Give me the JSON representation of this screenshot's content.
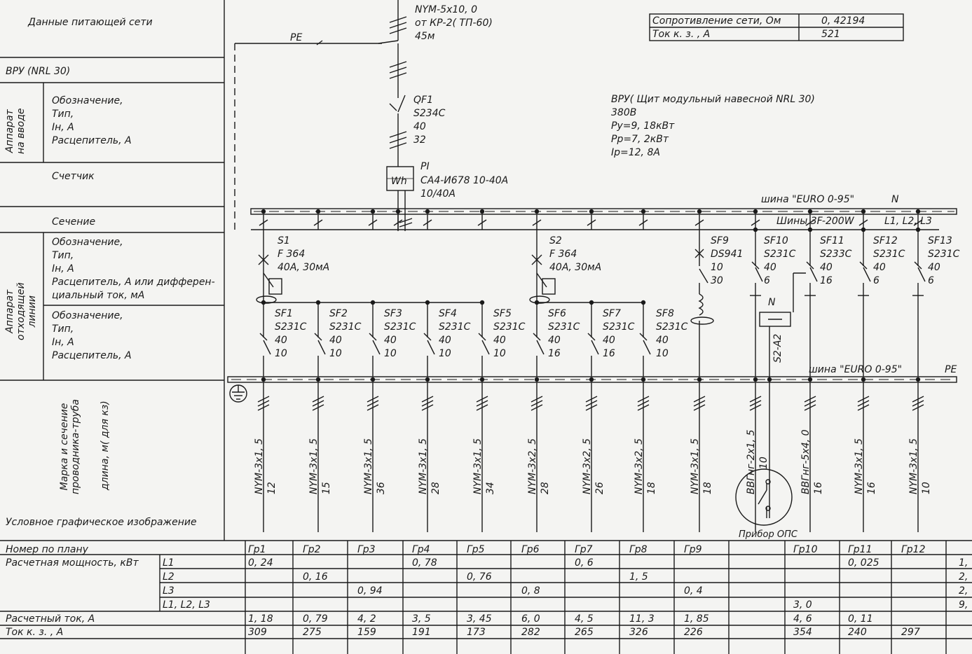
{
  "left_panel": {
    "supply_data": "Данные питающей сети",
    "vru_label": "ВРУ (NRL 30)",
    "input_device_group": "Аппарат\nна вводе",
    "input_device_fields": [
      "Обозначение,",
      "Тип,",
      "Iн, А",
      "Расцепитель, А"
    ],
    "meter": "Счетчик",
    "section": "Сечение",
    "outgoing_device_group": "Аппарат\nотходящей\nлинии",
    "outgoing_fields_1": [
      "Обозначение,",
      "Тип,",
      "Iн, А",
      "Расцепитель, А или дифферен-",
      "циальный ток, мА"
    ],
    "outgoing_fields_2": [
      "Обозначение,",
      "Тип,",
      "Iн, А",
      "Расцепитель, А"
    ],
    "cable_mark": "Марка и сечение\nпроводника-труба",
    "cable_length": "длина, м( для кз)",
    "graphic_symbol": "Условное графическое изображение"
  },
  "network_table": {
    "rows": [
      {
        "label": "Сопротивление сети, Ом",
        "value": "0, 42194"
      },
      {
        "label": "Ток к. з. ,  А",
        "value": "521"
      }
    ]
  },
  "input": {
    "cable": "NYM-5x10, 0",
    "from": "от КР-2( ТП-60)",
    "length": "45м",
    "pe": "PE",
    "breaker": [
      "QF1",
      "S234C",
      "40",
      "32"
    ],
    "meter_name": "PI",
    "meter_model": "СА4-И678 10-40А",
    "meter_current": "10/40А",
    "meter_symbol": "Wh"
  },
  "vru_info": [
    "ВРУ( Щит модульный навесной NRL 30)",
    "380В",
    "Ру=9, 18кВт",
    "Рр=7, 2кВт",
    "Iр=12, 8А"
  ],
  "bus": {
    "top_bus": "шина \"EURO 0-95\"",
    "n": "N",
    "phase_bus": "Шины 3F-200W",
    "phases": "L1, L2, L3",
    "bottom_bus": "шина \"EURO 0-95\"",
    "pe": "PE"
  },
  "rcd": [
    {
      "lines": [
        "S1",
        "F 364",
        "40А, 30мА"
      ]
    },
    {
      "lines": [
        "S2",
        "F 364",
        "40А, 30мА"
      ]
    }
  ],
  "breakers": [
    {
      "lines": [
        "SF1",
        "S231C",
        "40",
        "10"
      ]
    },
    {
      "lines": [
        "SF2",
        "S231C",
        "40",
        "10"
      ]
    },
    {
      "lines": [
        "SF3",
        "S231C",
        "40",
        "10"
      ]
    },
    {
      "lines": [
        "SF4",
        "S231C",
        "40",
        "10"
      ]
    },
    {
      "lines": [
        "SF5",
        "S231C",
        "40",
        "10"
      ]
    },
    {
      "lines": [
        "SF6",
        "S231C",
        "40",
        "16"
      ]
    },
    {
      "lines": [
        "SF7",
        "S231C",
        "40",
        "16"
      ]
    },
    {
      "lines": [
        "SF8",
        "S231C",
        "40",
        "10"
      ]
    },
    {
      "lines": [
        "SF9",
        "DS941",
        "10",
        "30"
      ]
    },
    {
      "lines": [
        "SF10",
        "S231C",
        "40",
        "6"
      ]
    },
    {
      "lines": [
        "SF11",
        "S233C",
        "40",
        "16"
      ]
    },
    {
      "lines": [
        "SF12",
        "S231C",
        "40",
        "6"
      ]
    },
    {
      "lines": [
        "SF13",
        "S231C",
        "40",
        "6"
      ]
    }
  ],
  "ops": {
    "relay": "N",
    "contact": "S2-A2",
    "device": "Прибор ОПС"
  },
  "cables": [
    {
      "mark": "NYM-3x1, 5",
      "length": "12"
    },
    {
      "mark": "NYM-3x1, 5",
      "length": "15"
    },
    {
      "mark": "NYM-3x1, 5",
      "length": "36"
    },
    {
      "mark": "NYM-3x1, 5",
      "length": "28"
    },
    {
      "mark": "NYM-3x1, 5",
      "length": "34"
    },
    {
      "mark": "NYM-3x2, 5",
      "length": "28"
    },
    {
      "mark": "NYM-3x2, 5",
      "length": "26"
    },
    {
      "mark": "NYM-3x2, 5",
      "length": "18"
    },
    {
      "mark": "NYM-3x1, 5",
      "length": "18"
    },
    {
      "mark": "ВВГнг-2x1, 5",
      "length": "10"
    },
    {
      "mark": "ВВГнг-5x4, 0",
      "length": "16"
    },
    {
      "mark": "NYM-3x1, 5",
      "length": "16"
    },
    {
      "mark": "NYM-3x1, 5",
      "length": "10"
    }
  ],
  "bottom_table": {
    "plan_number": "Номер по плану",
    "power": "Расчетная мощность, кВт",
    "phase_labels": [
      "L1",
      "L2",
      "L3",
      "L1, L2, L3"
    ],
    "current": "Расчетный ток, А",
    "sc_current": "Ток к. з. , А",
    "groups": [
      "Гр1",
      "Гр2",
      "Гр3",
      "Гр4",
      "Гр5",
      "Гр6",
      "Гр7",
      "Гр8",
      "Гр9",
      "",
      "Гр10",
      "Гр11",
      "Гр12"
    ],
    "L1": [
      "0, 24",
      "",
      "",
      "0, 78",
      "",
      "",
      "0, 6",
      "",
      "",
      "",
      "",
      "0, 025",
      ""
    ],
    "L2": [
      "",
      "0, 16",
      "",
      "",
      "0, 76",
      "",
      "",
      "1, 5",
      "",
      "",
      "",
      "",
      ""
    ],
    "L3": [
      "",
      "",
      "0, 94",
      "",
      "",
      "0, 8",
      "",
      "",
      "0, 4",
      "",
      "",
      "",
      ""
    ],
    "L123": [
      "",
      "",
      "",
      "",
      "",
      "",
      "",
      "",
      "",
      "",
      "3, 0",
      "",
      ""
    ],
    "Ip": [
      "1, 18",
      "0, 79",
      "4, 2",
      "3, 5",
      "3, 45",
      "6, 0",
      "4, 5",
      "11, 3",
      "1, 85",
      "",
      "4, 6",
      "0, 11",
      ""
    ],
    "Ik": [
      "309",
      "275",
      "159",
      "191",
      "173",
      "282",
      "265",
      "326",
      "226",
      "",
      "354",
      "240",
      "297"
    ],
    "cut_col": [
      "1,",
      "2,",
      "2,",
      "9,"
    ]
  }
}
